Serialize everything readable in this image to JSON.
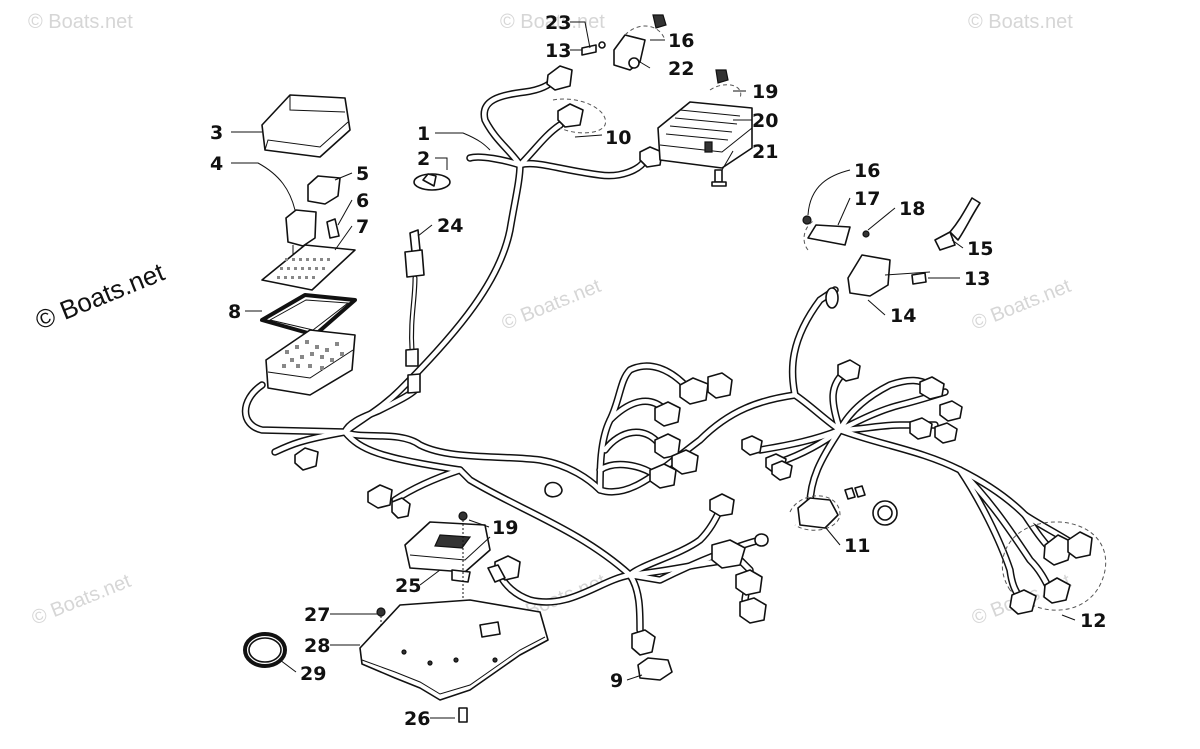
{
  "watermarks": {
    "main": "© Boats.net",
    "faint": "© Boats.net"
  },
  "callouts": [
    {
      "id": "c1",
      "label": "1"
    },
    {
      "id": "c2",
      "label": "2"
    },
    {
      "id": "c3",
      "label": "3"
    },
    {
      "id": "c4",
      "label": "4"
    },
    {
      "id": "c5",
      "label": "5"
    },
    {
      "id": "c6",
      "label": "6"
    },
    {
      "id": "c7",
      "label": "7"
    },
    {
      "id": "c8",
      "label": "8"
    },
    {
      "id": "c9",
      "label": "9"
    },
    {
      "id": "c10",
      "label": "10"
    },
    {
      "id": "c11",
      "label": "11"
    },
    {
      "id": "c12",
      "label": "12"
    },
    {
      "id": "c13a",
      "label": "13"
    },
    {
      "id": "c13b",
      "label": "13"
    },
    {
      "id": "c14",
      "label": "14"
    },
    {
      "id": "c15",
      "label": "15"
    },
    {
      "id": "c16a",
      "label": "16"
    },
    {
      "id": "c16b",
      "label": "16"
    },
    {
      "id": "c17",
      "label": "17"
    },
    {
      "id": "c18",
      "label": "18"
    },
    {
      "id": "c19a",
      "label": "19"
    },
    {
      "id": "c19b",
      "label": "19"
    },
    {
      "id": "c20",
      "label": "20"
    },
    {
      "id": "c21",
      "label": "21"
    },
    {
      "id": "c22",
      "label": "22"
    },
    {
      "id": "c23",
      "label": "23"
    },
    {
      "id": "c24",
      "label": "24"
    },
    {
      "id": "c25",
      "label": "25"
    },
    {
      "id": "c26",
      "label": "26"
    },
    {
      "id": "c27",
      "label": "27"
    },
    {
      "id": "c28",
      "label": "28"
    },
    {
      "id": "c29",
      "label": "29"
    }
  ]
}
